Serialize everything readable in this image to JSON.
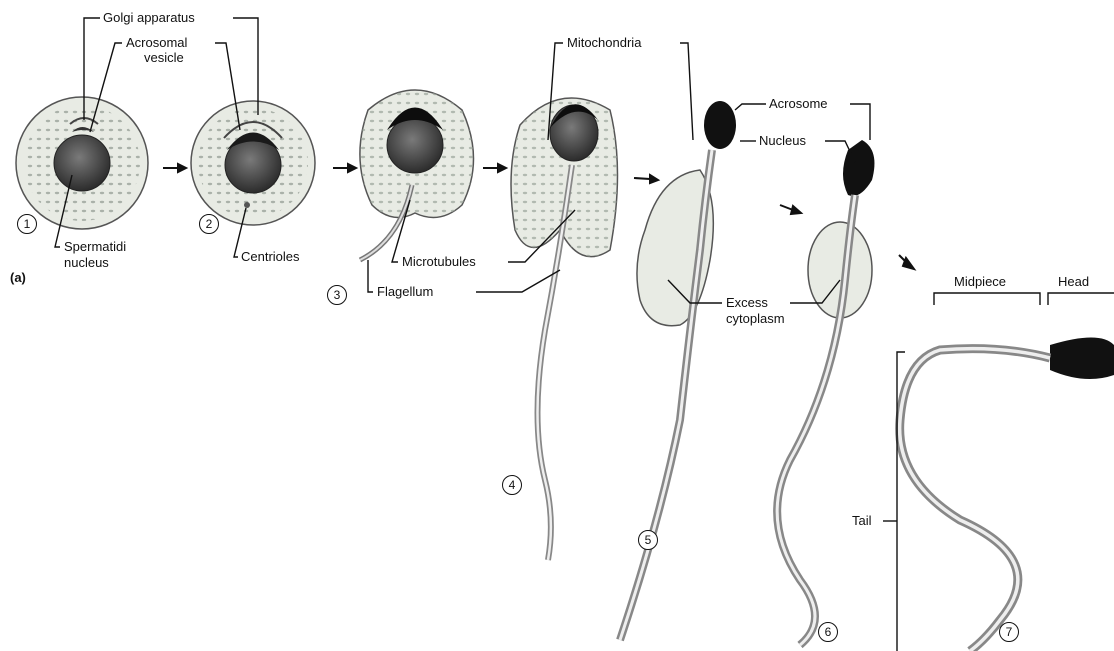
{
  "panel_label": "(a)",
  "labels": {
    "golgi": "Golgi apparatus",
    "acrosomal_vesicle_1": "Acrosomal",
    "acrosomal_vesicle_2": "vesicle",
    "spermatid_nucleus_1": "Spermatidi",
    "spermatid_nucleus_2": "nucleus",
    "centrioles": "Centrioles",
    "mitochondria": "Mitochondria",
    "microtubules": "Microtubules",
    "flagellum": "Flagellum",
    "acrosome": "Acrosome",
    "nucleus": "Nucleus",
    "excess_1": "Excess",
    "excess_2": "cytoplasm",
    "midpiece": "Midpiece",
    "head": "Head",
    "tail": "Tail"
  },
  "steps": [
    "1",
    "2",
    "3",
    "4",
    "5",
    "6",
    "7"
  ],
  "colors": {
    "ink": "#111111",
    "cell_fill": "#e9ece6",
    "nucleus_fill": "#4a4a4a",
    "acrosome_fill": "#0d0d0d"
  }
}
